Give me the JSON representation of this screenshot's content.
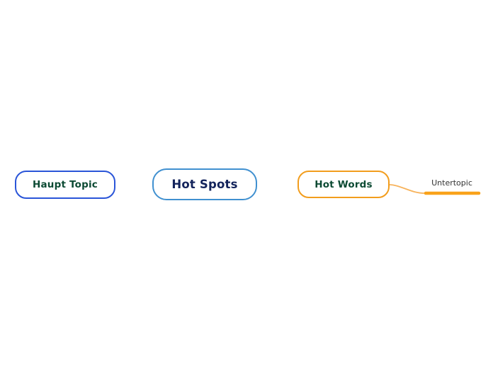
{
  "mindmap": {
    "nodes": {
      "haupt": {
        "label": "Haupt Topic"
      },
      "root": {
        "label": "Hot Spots"
      },
      "hotwords": {
        "label": "Hot Words"
      },
      "untertopic": {
        "label": "Untertopic"
      }
    },
    "edges": [
      {
        "from": "Hot Spots",
        "to": "Haupt Topic",
        "style": "straight-blue"
      },
      {
        "from": "Hot Spots",
        "to": "Hot Words",
        "style": "straight-orange-fade"
      },
      {
        "from": "Hot Words",
        "to": "Untertopic",
        "style": "curve-orange"
      }
    ]
  },
  "colors": {
    "background": "#ffffff",
    "node_haupt_border": "#2a55d8",
    "node_root_border": "#4090d0",
    "node_hotwords_border": "#f29d1d",
    "edge_blue_start": "#2350d4",
    "edge_blue_end": "#3f8ed2",
    "edge_orange_start": "#ee9317",
    "edge_orange_end": "#f8d29e",
    "curve_orange": "#f7b35c",
    "underline_orange": "#f9a21a",
    "text_green": "#0c4a33",
    "text_navy": "#13235b",
    "text_dark": "#333333"
  }
}
